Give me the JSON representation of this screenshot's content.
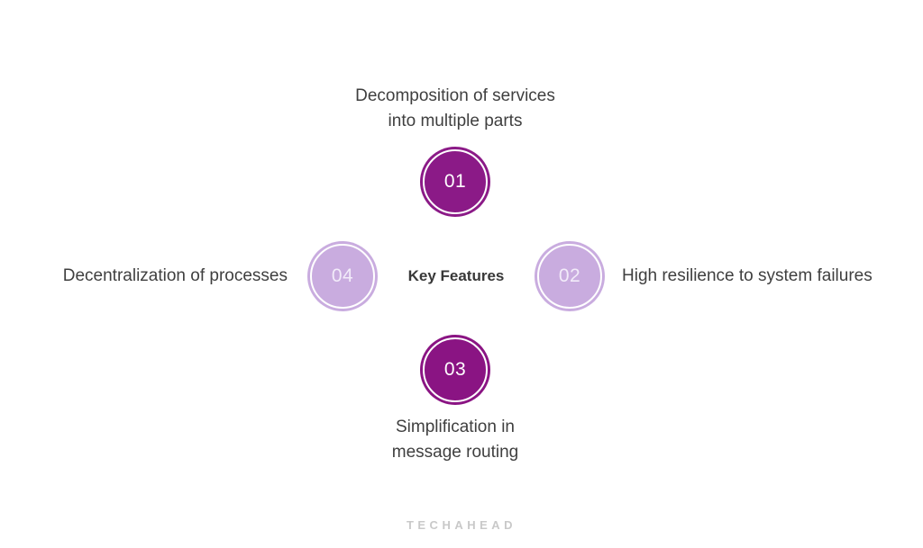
{
  "diagram": {
    "center_label": "Key Features",
    "colors": {
      "dark_circle": "#8B1A87",
      "dark_circle_bottom": "#8A1483",
      "light_circle": "#C9ACDF",
      "label_text": "#3F3F3F",
      "brand_text": "#C9C9C9"
    },
    "items": [
      {
        "number": "01",
        "position": "top",
        "shade": "dark",
        "color": "#8B1A87",
        "label_lines": [
          "Decomposition of services",
          "into multiple parts"
        ]
      },
      {
        "number": "02",
        "position": "right",
        "shade": "light",
        "color": "#C9ACDF",
        "label_lines": [
          "High resilience to system failures"
        ]
      },
      {
        "number": "03",
        "position": "bottom",
        "shade": "dark",
        "color": "#8A1483",
        "label_lines": [
          "Simplification in",
          "message routing"
        ]
      },
      {
        "number": "04",
        "position": "left",
        "shade": "light",
        "color": "#C9ACDF",
        "label_lines": [
          "Decentralization of processes"
        ]
      }
    ]
  },
  "footer": {
    "brand": "TECHAHEAD"
  }
}
